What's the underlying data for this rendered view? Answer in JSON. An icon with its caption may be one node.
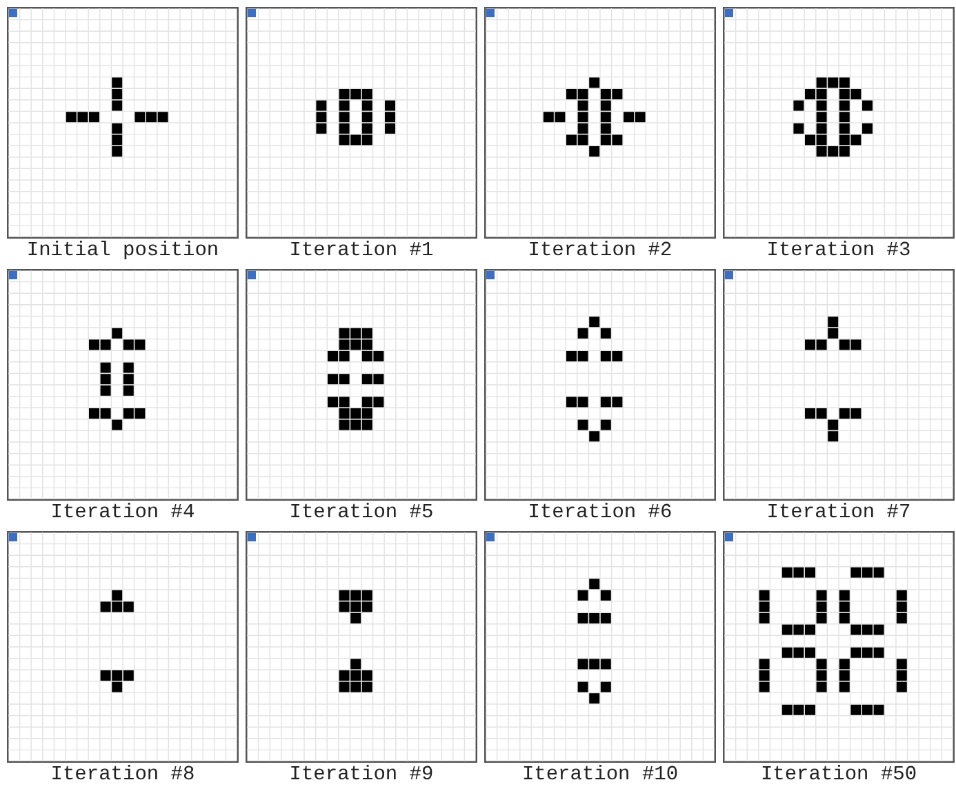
{
  "diagram": {
    "nodes": [
      {
        "text": [
          "Initial position"
        ]
      },
      {
        "text": [
          "Iteration #1"
        ]
      },
      {
        "text": [
          "Iteration #2"
        ]
      },
      {
        "text": [
          "Iteration #3"
        ]
      },
      {
        "text": [
          "Iteration #4"
        ]
      },
      {
        "text": [
          "Iteration #5"
        ]
      },
      {
        "text": [
          "Iteration #6"
        ]
      },
      {
        "text": [
          "Iteration #7"
        ]
      },
      {
        "text": [
          "Iteration #8"
        ]
      },
      {
        "text": [
          "Iteration #9"
        ]
      },
      {
        "text": [
          "Iteration #10"
        ]
      },
      {
        "text": [
          "Iteration #50"
        ]
      }
    ]
  }
}
